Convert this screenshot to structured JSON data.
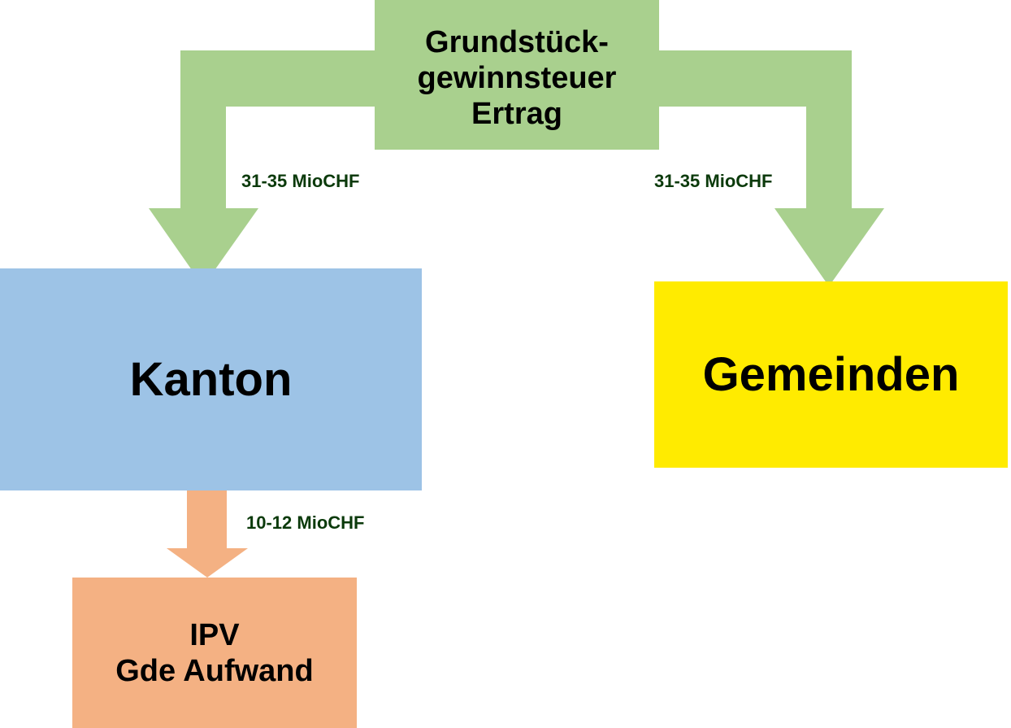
{
  "colors": {
    "source_fill": "#A9D08E",
    "kanton_fill": "#9DC3E6",
    "gemeinden_fill": "#FFEB00",
    "ipv_fill": "#F4B183",
    "flow_arrow_green": "#A9D08E",
    "flow_arrow_orange": "#F4B183",
    "flow_label_text": "#0B3A0B",
    "box_text": "#000000"
  },
  "nodes": {
    "source": {
      "lines": [
        "Grundstück-",
        "gewinnsteuer",
        "Ertrag"
      ]
    },
    "kanton": {
      "label": "Kanton"
    },
    "gemeinden": {
      "label": "Gemeinden"
    },
    "ipv": {
      "lines": [
        "IPV",
        "Gde Aufwand"
      ]
    }
  },
  "flows": [
    {
      "from": "source",
      "to": "kanton",
      "label": "31-35 MioCHF"
    },
    {
      "from": "source",
      "to": "gemeinden",
      "label": "31-35 MioCHF"
    },
    {
      "from": "kanton",
      "to": "ipv",
      "label": "10-12 MioCHF"
    }
  ]
}
